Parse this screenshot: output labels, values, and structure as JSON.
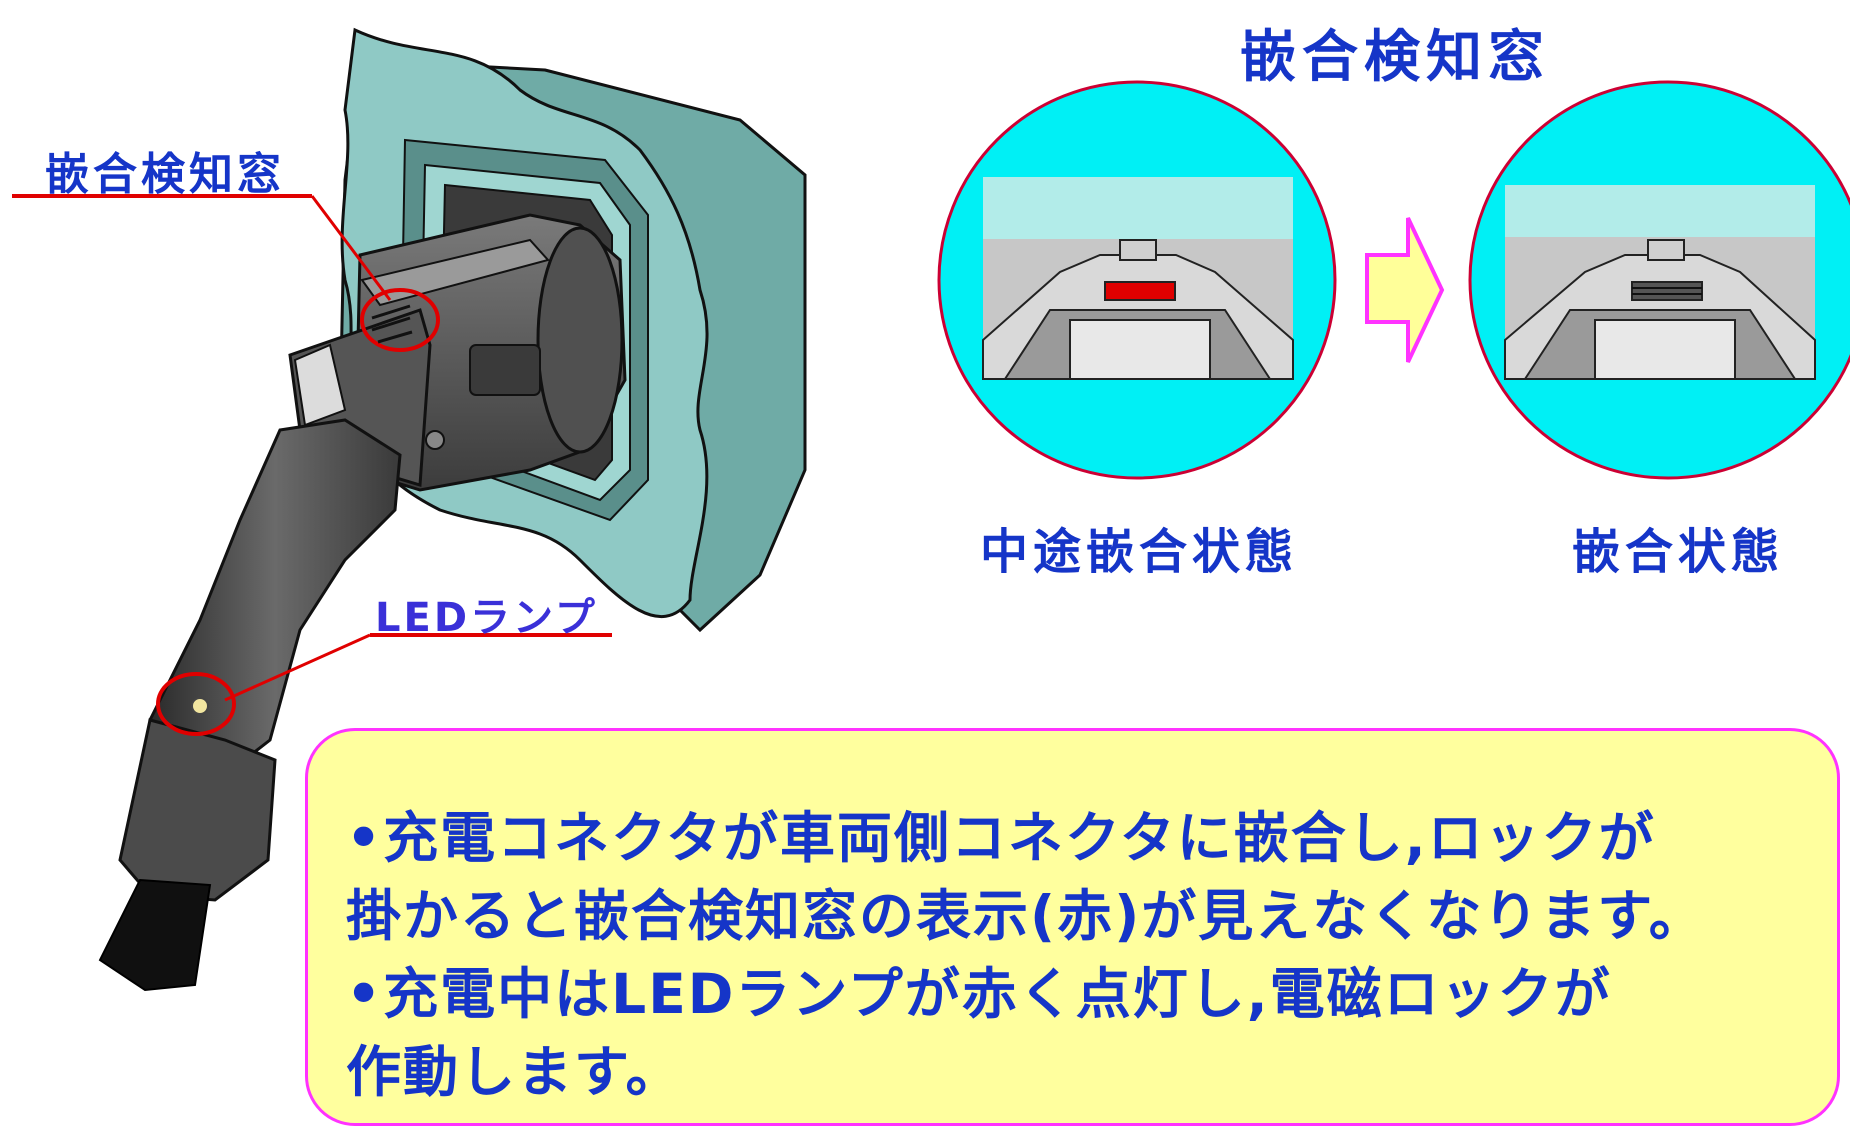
{
  "callouts": {
    "window_label": "嵌合検知窓",
    "led_label": "LEDランプ"
  },
  "detail": {
    "title": "嵌合検知窓",
    "caption_mid": "中途嵌合状態",
    "caption_full": "嵌合状態"
  },
  "info": {
    "lines": [
      "•充電コネクタが車両側コネクタに嵌合し,ロックが",
      "掛かると嵌合検知窓の表示(赤)が見えなくなります。",
      "•充電中はLEDランプが赤く点灯し,電磁ロックが",
      "作動します。"
    ]
  },
  "colors": {
    "label_blue": "#1535c8",
    "callout_red": "#e00000",
    "circle_fill": "#00f0f5",
    "arrow_fill": "#ffff99",
    "arrow_stroke": "#ff33ff",
    "box_fill": "#ffff9e",
    "box_border": "#ff33ff",
    "indicator_red": "#e00000",
    "panel_teal": "#8fc9c5"
  }
}
